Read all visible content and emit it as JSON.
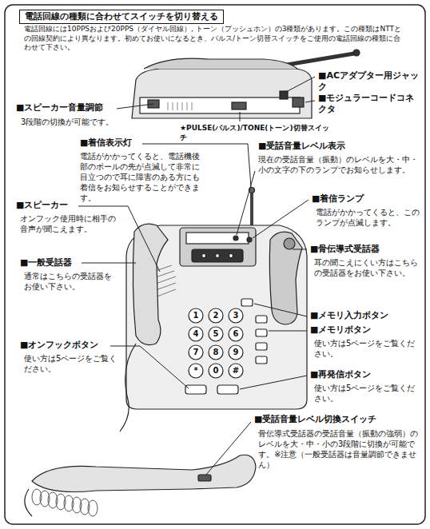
{
  "diagram": {
    "nodes": [
      {
        "text": [
          "電話回線の種類に合わせてスイッチを切り替える"
        ]
      }
    ],
    "labels": [
      "電話回線には10PPSおよび20PPS（ダイヤル回線）, トーン（プッシュホン）の3種類があります。この種類はNTTとの回線契約により異なります。初めてお使いになるとき、パルス/トーン切替スイッチをご使用の電話回線の種類に合わせて下さい。",
      "■ACアダプター用ジャック",
      "■モジュラーコードコネクタ",
      "■スピーカー音量調節",
      "3段階の切換が可能です。",
      "★PULSE(パルス)/TONE(トーン)切替スイッチ",
      "■着信表示灯",
      "電話がかかってくると、電話機後部のポールの先が点滅して非常に目立つので耳に障害のある方にも着信をお知らせすることができます。",
      "■受話音量レベル表示",
      "現在の受話音量（振動）のレベルを大・中・小の文字の下のランプでお知らせします。",
      "■着信ランプ",
      "電話がかかってくると、このランプが点滅します。",
      "■スピーカー",
      "オンフック使用時に相手の音声が聞こえます。",
      "■一般受話器",
      "通常はこちらの受話器をお使い下さい。",
      "■骨伝導式受話器",
      "耳の聞こえにくい方はこちらの受話器をお使い下さい。",
      "■メモリ入力ボタン",
      "■メモリボタン",
      "使い方は5ページをご覧ください。",
      "■オンフックボタン",
      "使い方は5ページをご覧ください。",
      "■再発信ボタン",
      "使い方は5ページをご覧ください。",
      "■受話音量レベル切換スイッチ",
      "骨伝導式受話器の受話音量（振動の強弱）のレベルを大・中・小の3段階に切換が可能です。※注意（一般受話器は音量調節できません）",
      "1",
      "2",
      "3",
      "4",
      "5",
      "6",
      "7",
      "8",
      "9",
      "*",
      "0",
      "#"
    ]
  }
}
